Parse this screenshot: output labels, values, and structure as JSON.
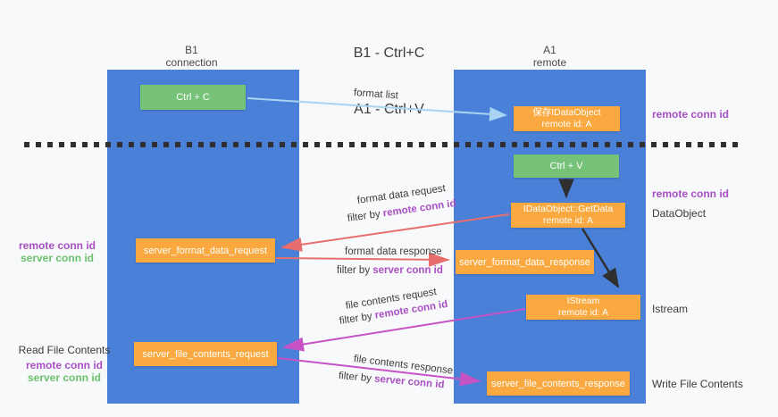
{
  "title": {
    "line1": "B1 - Ctrl+C",
    "line2": "A1 - Ctrl+V"
  },
  "lanes": {
    "left": {
      "title": "B1",
      "subtitle": "connection"
    },
    "right": {
      "title": "A1",
      "subtitle": "remote"
    }
  },
  "nodes": {
    "ctrl_c": {
      "label": "Ctrl + C"
    },
    "ctrl_v": {
      "label": "Ctrl + V"
    },
    "save_dataobject": {
      "line1": "保存IDataObject",
      "line2": "remote id: A"
    },
    "getdata": {
      "line1": "IDataObject::GetData",
      "line2": "remote id: A"
    },
    "istream": {
      "line1": "IStream",
      "line2": "remote id: A"
    },
    "server_format_data_request": {
      "label": "server_format_data_request"
    },
    "server_format_data_response": {
      "label": "server_format_data_response"
    },
    "server_file_contents_request": {
      "label": "server_file_contents_request"
    },
    "server_file_contents_response": {
      "label": "server_file_contents_response"
    }
  },
  "edges": {
    "format_list": {
      "label": "format list"
    },
    "format_data_request": {
      "label": "format data request",
      "filter_prefix": "filter by ",
      "filter_key": "remote conn id"
    },
    "format_data_response": {
      "label": "format data response",
      "filter_prefix": "filter by ",
      "filter_key": "server conn id"
    },
    "file_contents_request": {
      "label": "file contents request",
      "filter_prefix": "filter by ",
      "filter_key": "remote conn id"
    },
    "file_contents_response": {
      "label": "file contents response",
      "filter_prefix": "filter by ",
      "filter_key": "server conn id"
    }
  },
  "side_labels": {
    "right_remote_conn_id_top": "remote conn id",
    "right_remote_conn_id_mid": "remote conn id",
    "dataobject": "DataObject",
    "istream": "Istream",
    "write_file_contents": "Write File Contents",
    "left_top": {
      "remote": "remote conn id",
      "server": "server conn id"
    },
    "left_bottom": {
      "read": "Read File Contents",
      "remote": "remote conn id",
      "server": "server conn id"
    }
  },
  "colors": {
    "lane_blue": "#4a80d8",
    "box_orange": "#f9a93f",
    "box_green": "#77c279",
    "arrow_light_blue": "#a9d4f1",
    "arrow_red": "#e86e6e",
    "arrow_magenta": "#c653c6",
    "arrow_black": "#2f2f2f",
    "text_purple": "#a94fc4",
    "text_green": "#6cc16c"
  }
}
